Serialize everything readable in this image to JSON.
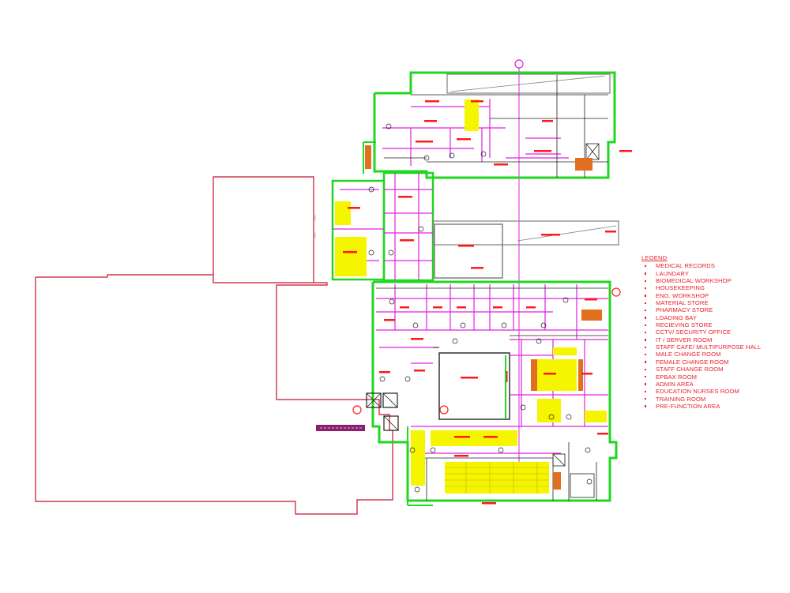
{
  "legend": {
    "title": "LEGEND",
    "items": [
      "MEDICAL RECORDS",
      "LAUNDARY",
      "BIOMEDICAL WORKSHOP",
      "HOUSEKEEPING",
      "ENG. WORKSHOP",
      "MATERIAL STORE",
      "PHARMACY STORE",
      "LOADING BAY",
      "RECIEVING STORE",
      "CCTV/ SECURITY OFFICE",
      "IT / SERVER ROOM",
      "STAFF CAFE/ MULTIPURPOSE HALL",
      "MALE CHANGE ROOM",
      "FEMALE CHANGE ROOM",
      "STAFF CHANGE ROOM",
      "EPBAX ROOM",
      "ADMIN AREA",
      "EDUCATION NURSES ROOM",
      "TRAINING ROOM",
      "PRE-FUNCTION AREA"
    ]
  },
  "colors": {
    "boundary": "#c8102e",
    "wall": "#22d622",
    "partition": "#e020e0",
    "label": "#ff1a1a",
    "seat": "#f5f500",
    "linework": "#202020",
    "gray": "#808080",
    "legend_text": "#e8202a"
  }
}
